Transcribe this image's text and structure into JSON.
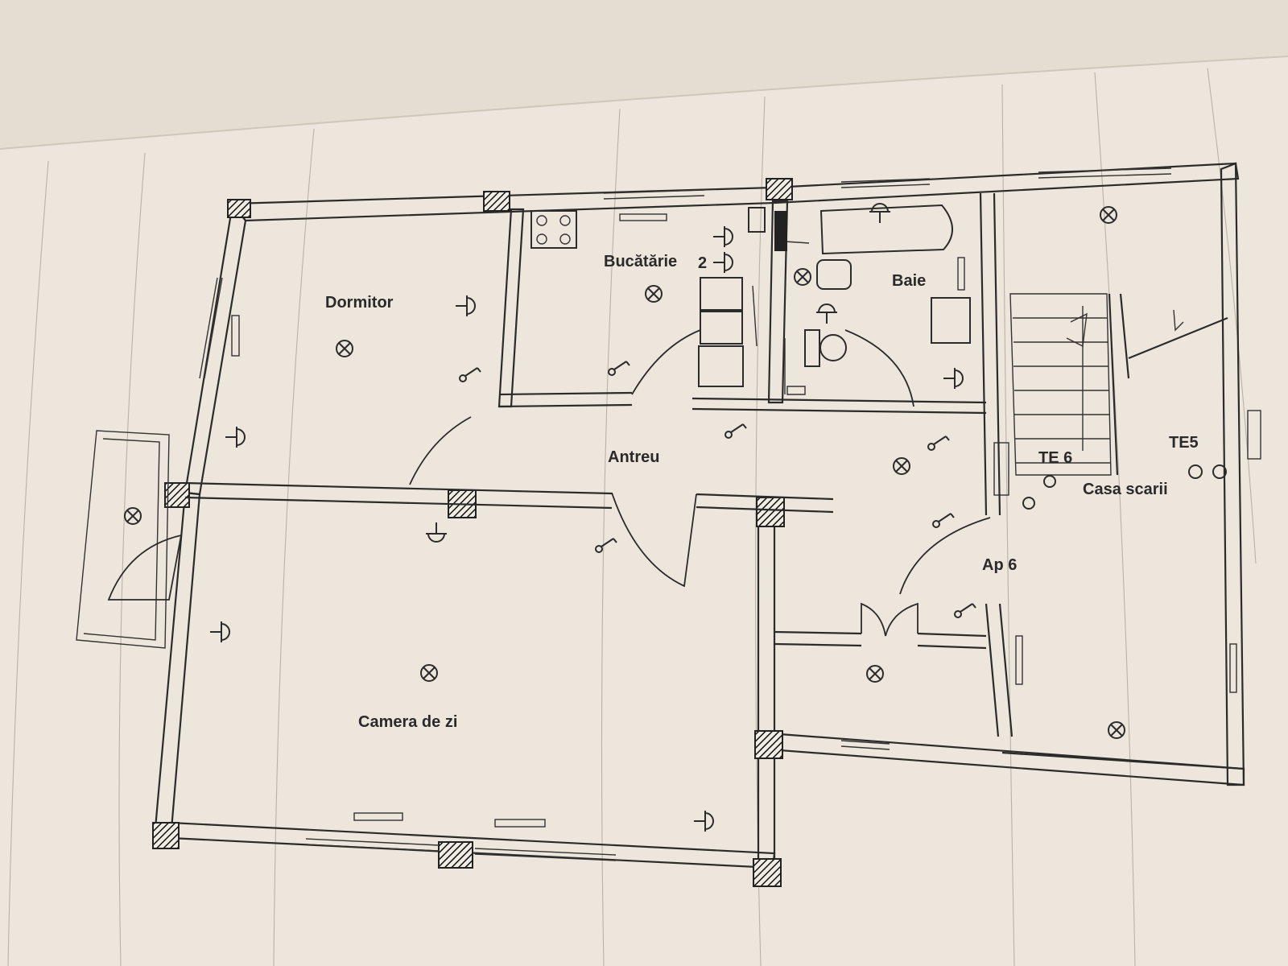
{
  "plan": {
    "rooms": {
      "dormitor": "Dormitor",
      "bucatarie": "Bucătărie",
      "baie": "Baie",
      "antreu": "Antreu",
      "camera_de_zi": "Camera de zi",
      "casa_scarii": "Casa scarii",
      "ap": "Ap 6",
      "te_left": "TE 6",
      "te_right": "TE5"
    },
    "circuit_number": "2"
  },
  "colors": {
    "paper": "#ede6dc",
    "ink": "#2b2b2b",
    "grid": "#b9b2a8"
  }
}
